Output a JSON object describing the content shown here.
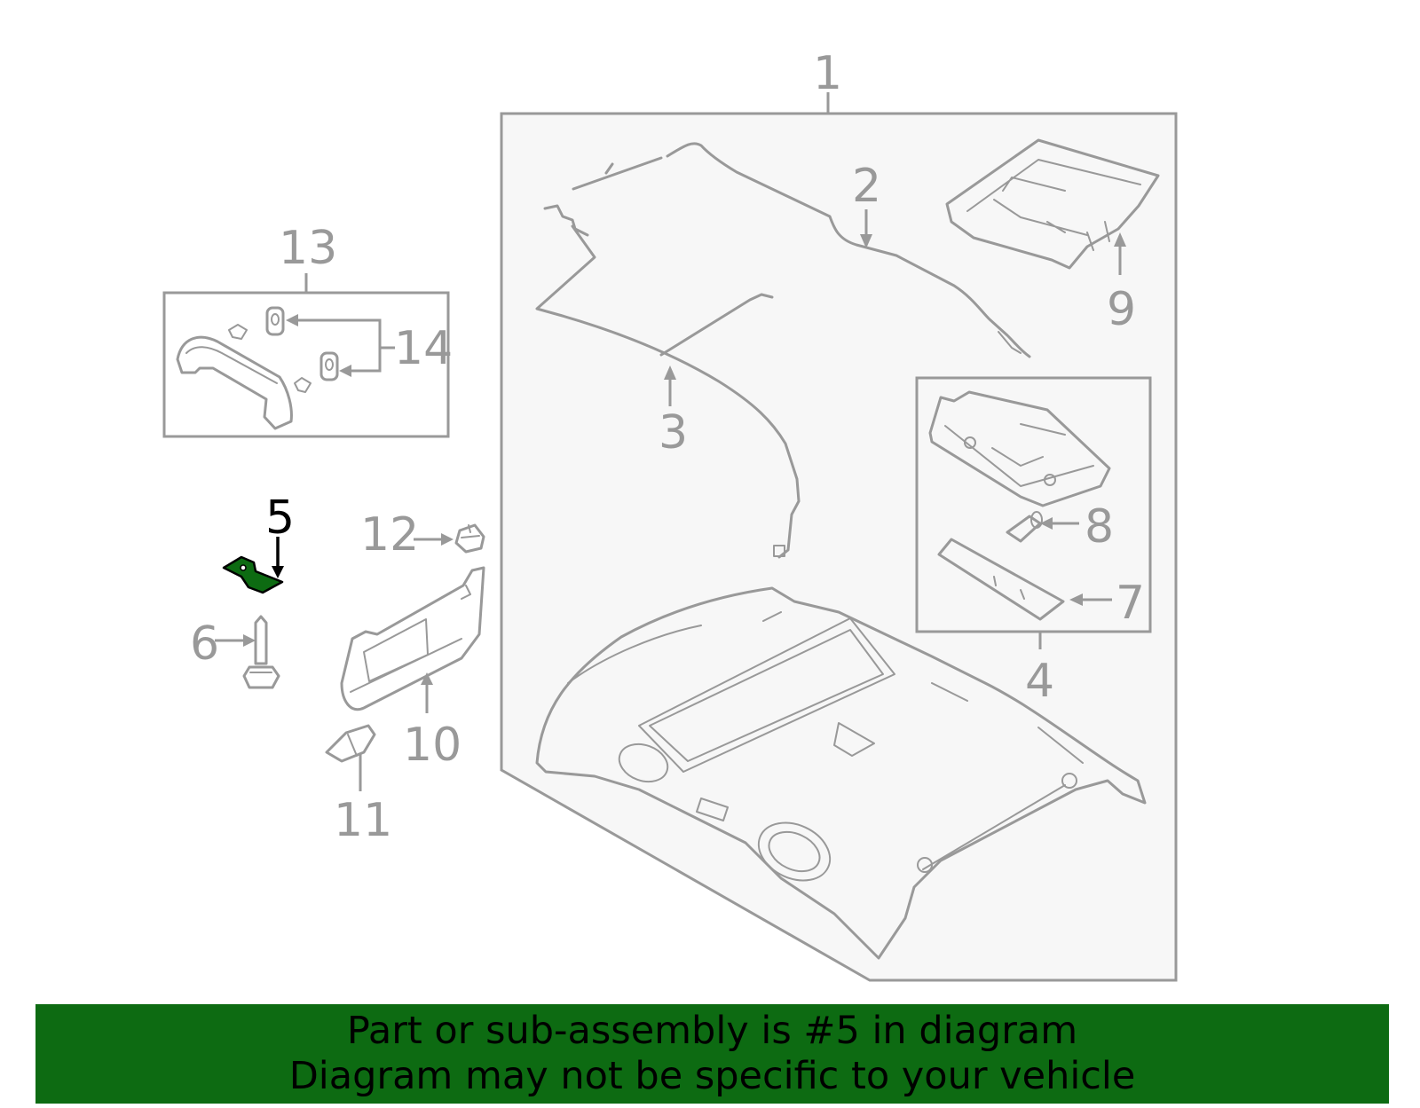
{
  "diagram": {
    "highlight_color": "#0d6b12",
    "line_color": "#999999",
    "panel_fill": "#f7f7f7",
    "callouts": {
      "c1": "1",
      "c2": "2",
      "c3": "3",
      "c4": "4",
      "c5": "5",
      "c6": "6",
      "c7": "7",
      "c8": "8",
      "c9": "9",
      "c10": "10",
      "c11": "11",
      "c12": "12",
      "c13": "13",
      "c14": "14"
    },
    "highlighted_part": "5"
  },
  "banner": {
    "line1": "Part or sub-assembly is #5 in diagram",
    "line2": "Diagram may not be specific to your vehicle",
    "background": "#0d6b12"
  }
}
